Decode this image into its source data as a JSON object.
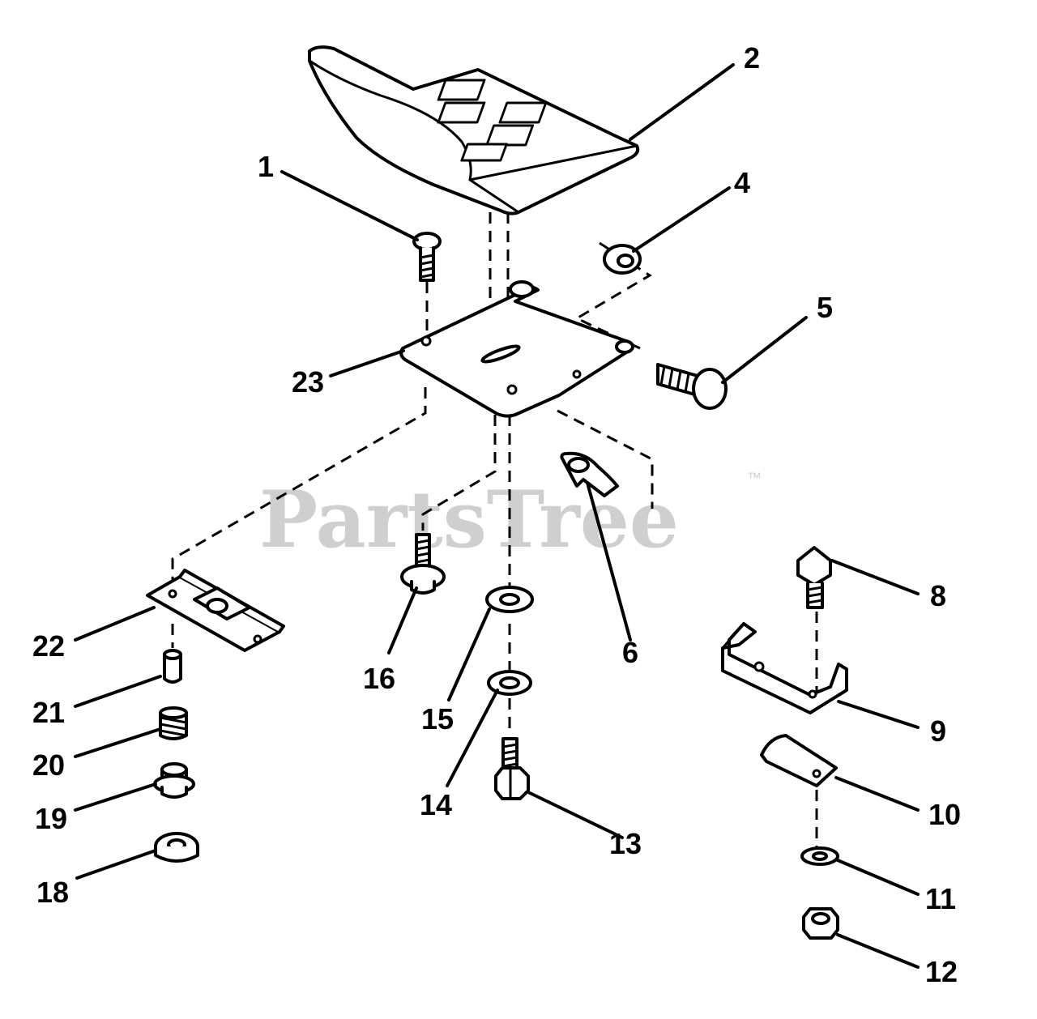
{
  "watermark": {
    "text": "PartsTree",
    "mark": "™"
  },
  "callouts": [
    "1",
    "2",
    "4",
    "5",
    "23",
    "6",
    "8",
    "9",
    "10",
    "11",
    "12",
    "13",
    "14",
    "15",
    "16",
    "18",
    "19",
    "20",
    "21",
    "22"
  ]
}
